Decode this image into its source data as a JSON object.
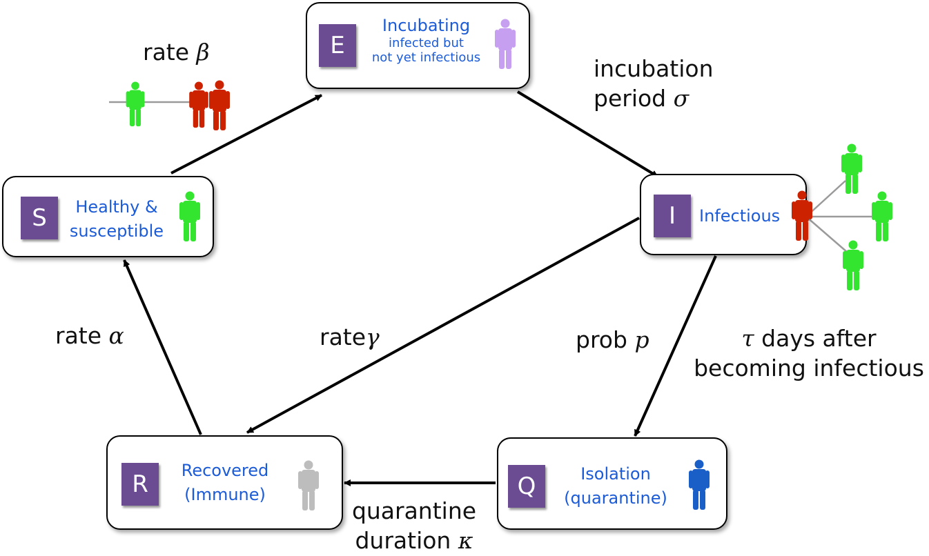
{
  "colors": {
    "letter_bg": "#6b4c93",
    "label_blue": "#1c5bd6",
    "healthy": "#33e52f",
    "infectious": "#cc2200",
    "incubating": "#c79ff0",
    "recovered": "#bdbdbd",
    "isolation": "#1a5fc8"
  },
  "states": {
    "E": {
      "letter": "E",
      "title": "Incubating",
      "line2": "infected but",
      "line3": "not yet infectious",
      "icon": "purple-person-icon"
    },
    "S": {
      "letter": "S",
      "line1": "Healthy &",
      "line2": "susceptible",
      "icon": "green-person-icon"
    },
    "I": {
      "letter": "I",
      "line1": "Infectious",
      "icon": "red-person-icon"
    },
    "R": {
      "letter": "R",
      "line1": "Recovered",
      "line2": "(Immune)",
      "icon": "grey-person-icon"
    },
    "Q": {
      "letter": "Q",
      "line1": "Isolation",
      "line2": "(quarantine)",
      "icon": "blue-person-icon"
    }
  },
  "edges": {
    "s_to_e": {
      "word": "rate",
      "symbol": "β"
    },
    "e_to_i": {
      "line1": "incubation",
      "line2_word": "period",
      "symbol": "σ"
    },
    "i_to_r": {
      "word": "rate",
      "symbol": "γ"
    },
    "i_to_q_prob": {
      "word": "prob",
      "symbol": "p"
    },
    "i_to_q_tau": {
      "symbol": "τ",
      "line1": "days after",
      "line2": "becoming infectious"
    },
    "r_to_s": {
      "word": "rate",
      "symbol": "α"
    },
    "q_to_r": {
      "line1": "quarantine",
      "line2_word": "duration",
      "symbol": "κ"
    }
  }
}
